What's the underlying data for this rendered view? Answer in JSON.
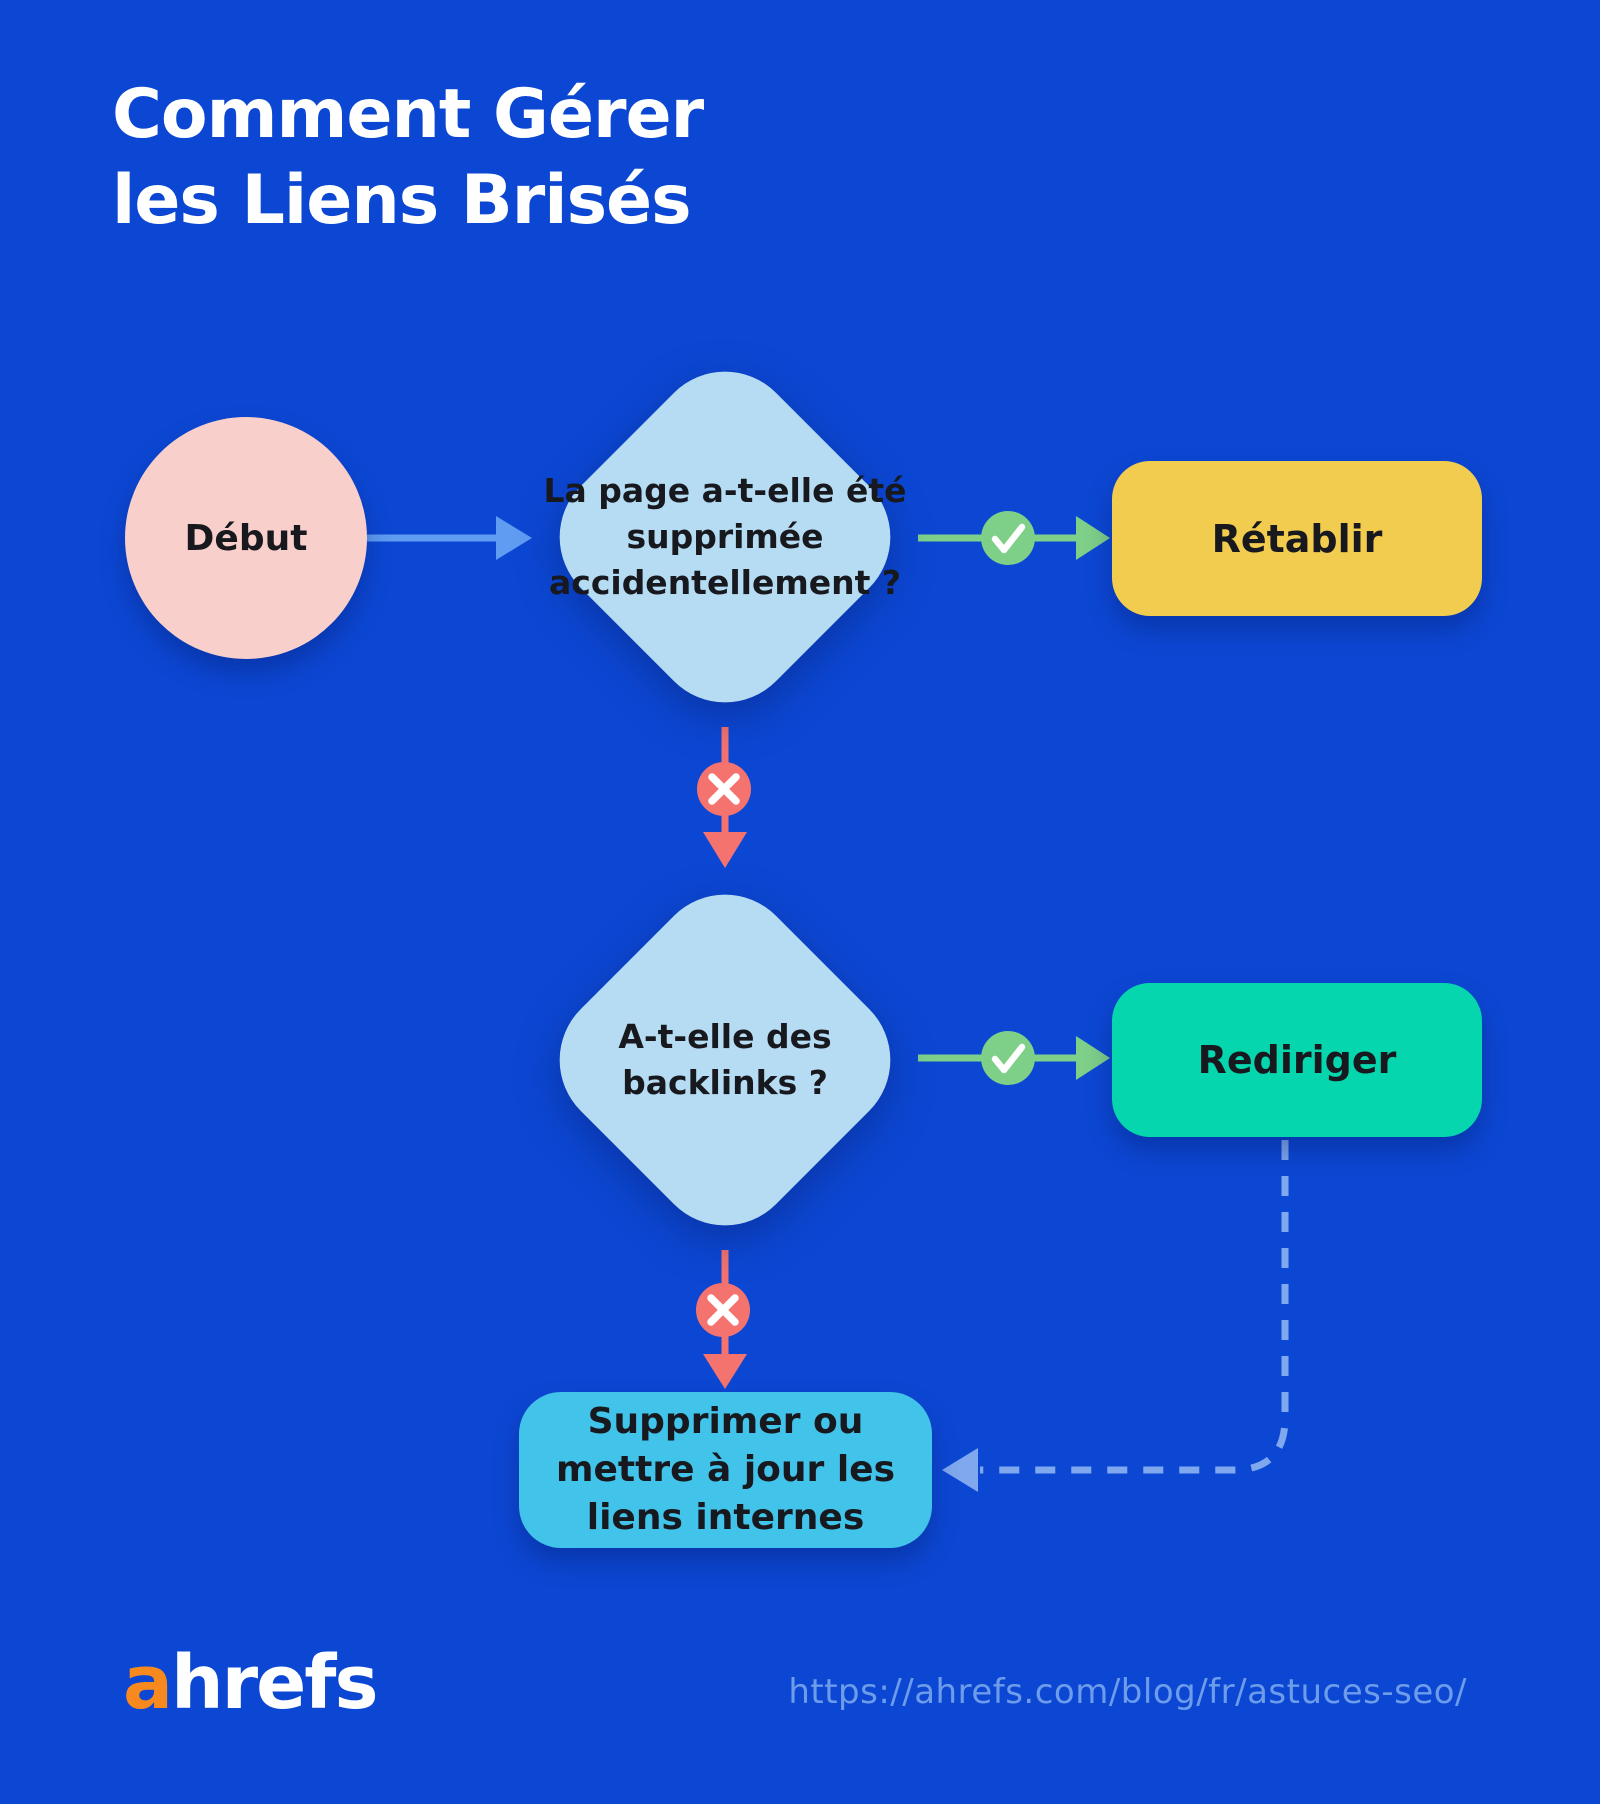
{
  "title": {
    "line1": "Comment Gérer",
    "line2": "les Liens Brisés"
  },
  "nodes": {
    "start": {
      "label": "Début"
    },
    "q1": {
      "lines": [
        "La page a-t-elle été",
        "supprimée",
        "accidentellement ?"
      ]
    },
    "q2": {
      "lines": [
        "A-t-elle des",
        "backlinks ?"
      ]
    },
    "restore": {
      "label": "Rétablir"
    },
    "redirect": {
      "label": "Rediriger"
    },
    "update": {
      "lines": [
        "Supprimer ou",
        "mettre à jour les",
        "liens internes"
      ]
    }
  },
  "edges": {
    "start_to_q1": {
      "icon": "arrow-right"
    },
    "q1_yes_to_restore": {
      "icon": "check"
    },
    "q1_no_to_q2": {
      "icon": "x"
    },
    "q2_yes_to_redirect": {
      "icon": "check"
    },
    "q2_no_to_update": {
      "icon": "x"
    },
    "redirect_to_update": {
      "icon": "dashed-arrow-left"
    }
  },
  "colors": {
    "background": "#0c47d3",
    "diamond": "#b5dcf2",
    "start": "#f9cfcb",
    "restore": "#f2cc4f",
    "redirect": "#06d6ae",
    "update": "#41c3ea",
    "yes_green": "#7ed089",
    "no_red": "#f5736f",
    "blue_arrow": "#5f9cf2",
    "dashed_arrow": "#7fa8ef",
    "text_dark": "#17191e",
    "logo_orange": "#f8891e",
    "url_text": "#6d9ceb"
  },
  "footer": {
    "logo_a": "a",
    "logo_rest": "hrefs",
    "url": "https://ahrefs.com/blog/fr/astuces-seo/"
  }
}
